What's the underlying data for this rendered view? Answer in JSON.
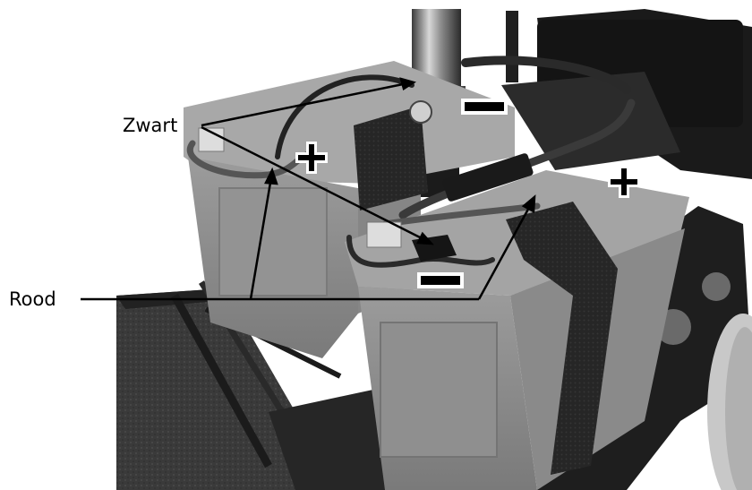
{
  "labels": {
    "black": "Zwart",
    "red": "Rood"
  },
  "colors": {
    "background": "#ffffff",
    "ink": "#000000",
    "battery_body": "#8f8f8f",
    "battery_top": "#a9a9a9",
    "frame": "#1e1e1e",
    "carpet": "#3a3a3a"
  },
  "terminal_markers": [
    "plus-sign",
    "minus-sign"
  ]
}
